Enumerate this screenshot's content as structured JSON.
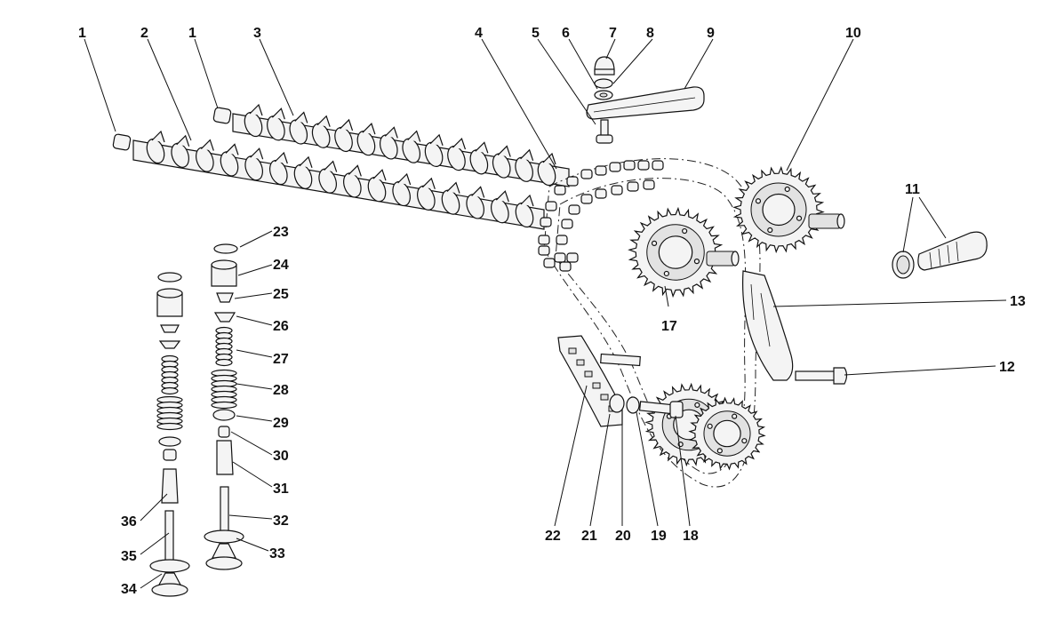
{
  "callouts": [
    {
      "id": "c1a",
      "text": "1"
    },
    {
      "id": "c2",
      "text": "2"
    },
    {
      "id": "c1b",
      "text": "1"
    },
    {
      "id": "c3",
      "text": "3"
    },
    {
      "id": "c4",
      "text": "4"
    },
    {
      "id": "c5",
      "text": "5"
    },
    {
      "id": "c6",
      "text": "6"
    },
    {
      "id": "c7",
      "text": "7"
    },
    {
      "id": "c8",
      "text": "8"
    },
    {
      "id": "c9",
      "text": "9"
    },
    {
      "id": "c10",
      "text": "10"
    },
    {
      "id": "c11",
      "text": "11"
    },
    {
      "id": "c12",
      "text": "12"
    },
    {
      "id": "c13",
      "text": "13"
    },
    {
      "id": "c17",
      "text": "17"
    },
    {
      "id": "c18",
      "text": "18"
    },
    {
      "id": "c19",
      "text": "19"
    },
    {
      "id": "c20",
      "text": "20"
    },
    {
      "id": "c21",
      "text": "21"
    },
    {
      "id": "c22",
      "text": "22"
    },
    {
      "id": "c23",
      "text": "23"
    },
    {
      "id": "c24",
      "text": "24"
    },
    {
      "id": "c25",
      "text": "25"
    },
    {
      "id": "c26",
      "text": "26"
    },
    {
      "id": "c27",
      "text": "27"
    },
    {
      "id": "c28",
      "text": "28"
    },
    {
      "id": "c29",
      "text": "29"
    },
    {
      "id": "c30",
      "text": "30"
    },
    {
      "id": "c31",
      "text": "31"
    },
    {
      "id": "c32",
      "text": "32"
    },
    {
      "id": "c33",
      "text": "33"
    },
    {
      "id": "c34",
      "text": "34"
    },
    {
      "id": "c35",
      "text": "35"
    },
    {
      "id": "c36",
      "text": "36"
    }
  ]
}
